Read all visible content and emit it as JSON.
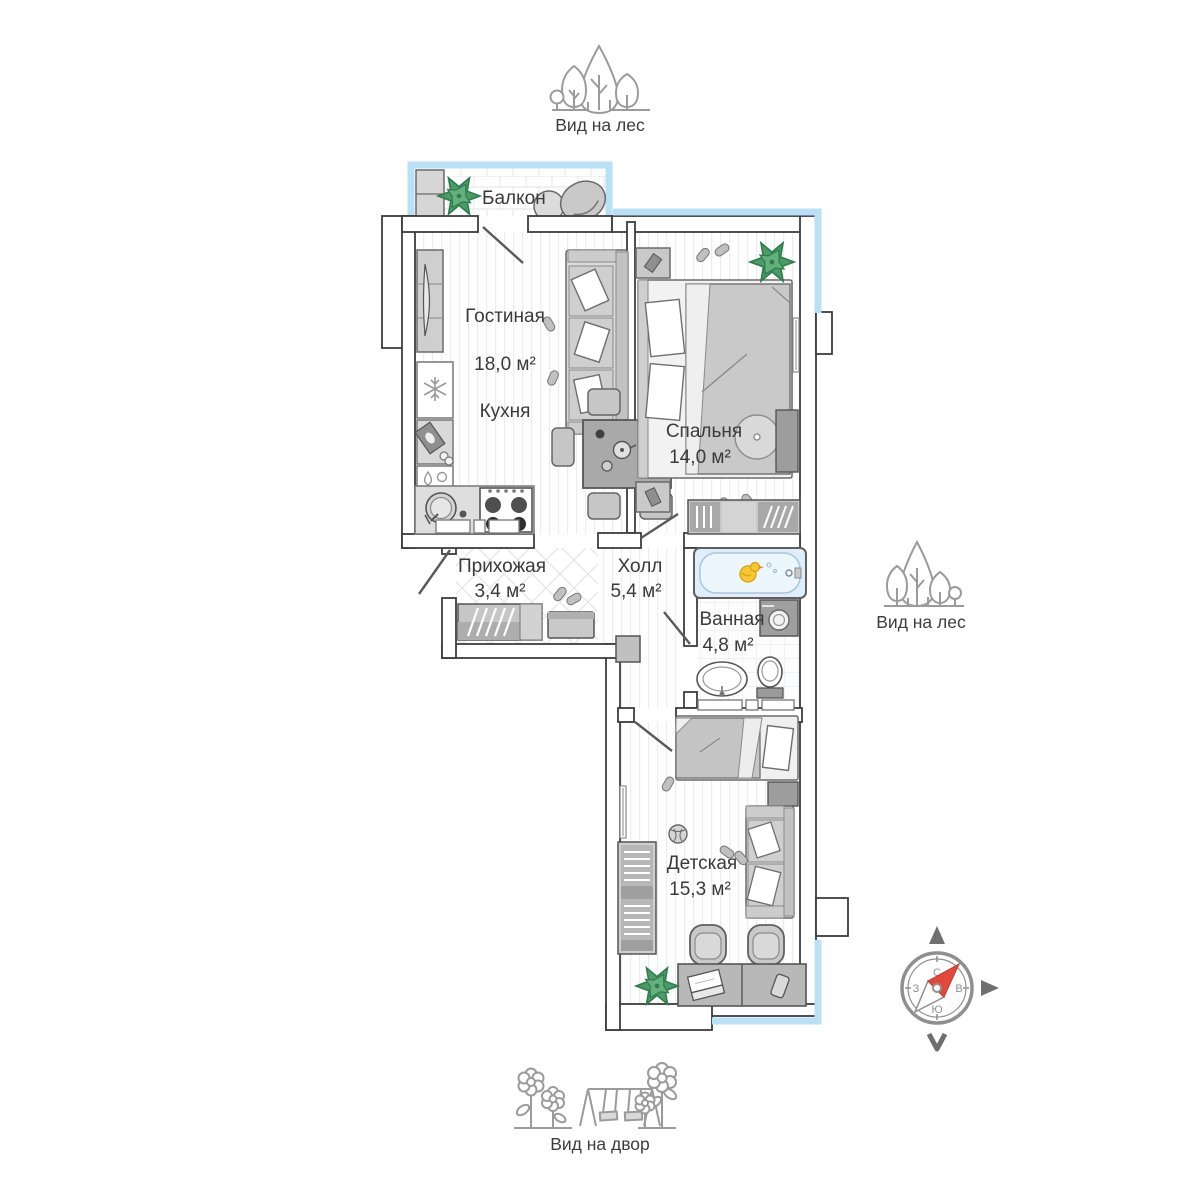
{
  "views": {
    "top_label": "Вид на лес",
    "right_label": "Вид на лес",
    "bottom_label": "Вид на двор"
  },
  "balcony": {
    "name": "Балкон"
  },
  "rooms": {
    "living": {
      "name": "Гостиная",
      "area": "18,0 м²"
    },
    "kitchen": {
      "name": "Кухня"
    },
    "bedroom": {
      "name": "Спальня",
      "area": "14,0 м²"
    },
    "entry": {
      "name": "Прихожая",
      "area": "3,4 м²"
    },
    "hall": {
      "name": "Холл",
      "area": "5,4 м²"
    },
    "bath": {
      "name": "Ванная",
      "area": "4,8 м²"
    },
    "kids": {
      "name": "Детская",
      "area": "15,3 м²"
    }
  },
  "compass": {
    "n": "С",
    "s": "Ю",
    "w": "З",
    "e": "В"
  },
  "colors": {
    "wall": "#3d3d3d",
    "window": "#b9e0f6",
    "plant": "#4c9a66",
    "duck": "#f7c832",
    "compass_needle": "#e2493b"
  }
}
